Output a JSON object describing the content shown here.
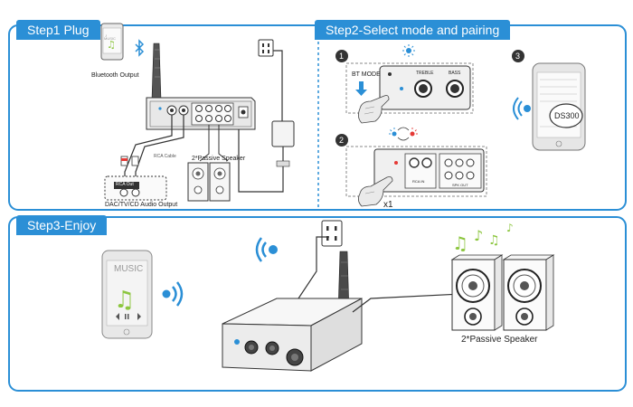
{
  "steps": {
    "step1": {
      "title": "Step1 Plug"
    },
    "step2": {
      "title": "Step2-Select mode and pairing"
    },
    "step3": {
      "title": "Step3-Enjoy"
    }
  },
  "step1": {
    "phone_screen_text": "MUSIC",
    "bluetooth_output_label": "Bluetooth Output",
    "rca_cable_label": "RCA Cable",
    "rca_out_label": "RCA Out",
    "source_label": "DAC/TV/CD Audio Output",
    "speaker_label": "2*Passive Speaker"
  },
  "step2": {
    "step_numbers": [
      "1",
      "2",
      "3"
    ],
    "bt_mode_label": "BT MODE",
    "treble_label": "TREBLE",
    "bass_label": "BASS",
    "rca_in_label": "RCA IN",
    "spk_out_label": "SPK OUT",
    "press_count": "x1",
    "device_name": "DS300"
  },
  "step3": {
    "phone_screen_text": "MUSIC",
    "speaker_label": "2*Passive Speaker"
  },
  "colors": {
    "accent": "#2b8fd6",
    "frame": "#3a8fd0",
    "line": "#333333",
    "music_green": "#8cc63f",
    "led_red": "#e53935",
    "led_blue": "#2b8fd6"
  }
}
